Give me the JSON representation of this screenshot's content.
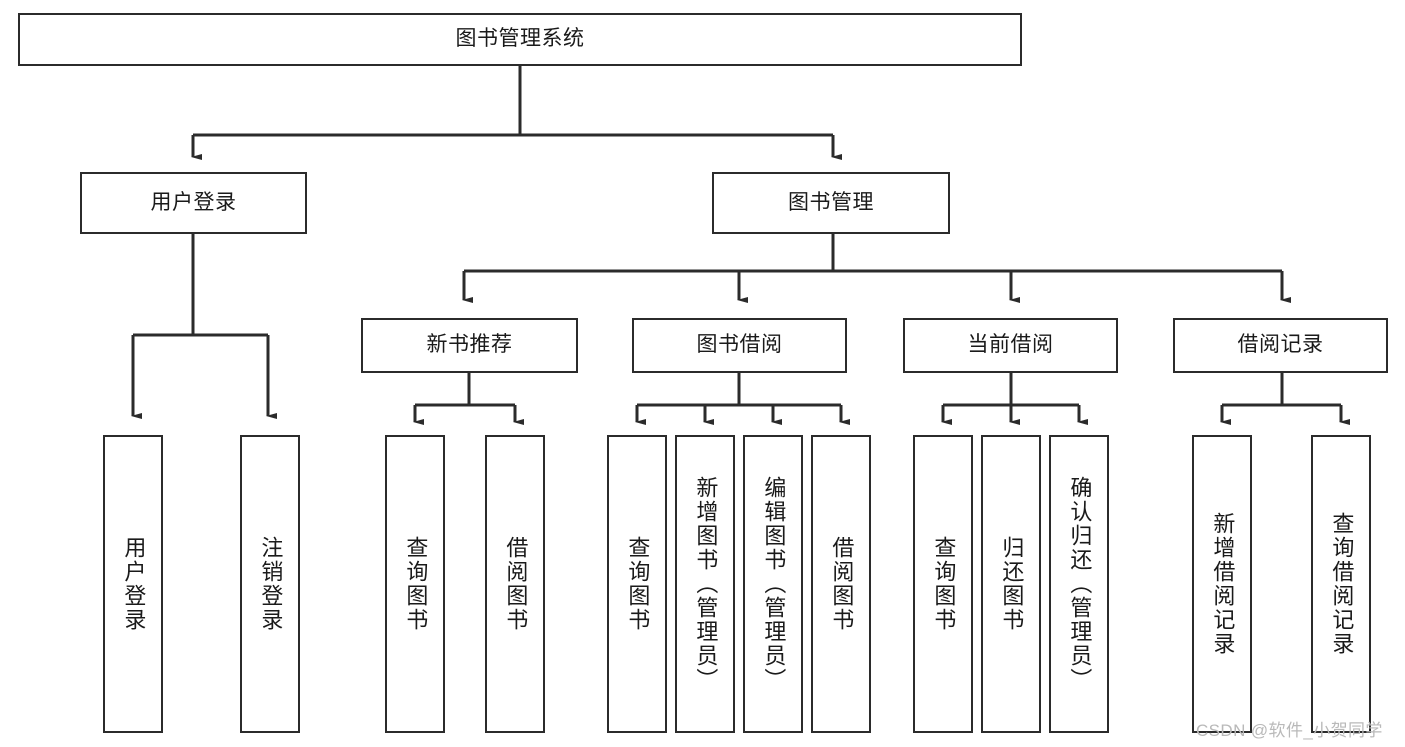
{
  "diagram": {
    "title": "图书管理系统",
    "type": "hierarchy-tree",
    "watermark": "CSDN @软件_小贺同学",
    "colors": {
      "stroke": "#2b2b2b",
      "fill": "#ffffff",
      "text": "#1a1a1a",
      "watermark": "#b9b9b9"
    },
    "nodes": {
      "root": {
        "label": "图书管理系统"
      },
      "level2": [
        {
          "id": "user-login",
          "label": "用户登录"
        },
        {
          "id": "book-manage",
          "label": "图书管理"
        }
      ],
      "level3": [
        {
          "id": "new-book-recommend",
          "label": "新书推荐"
        },
        {
          "id": "book-borrow",
          "label": "图书借阅"
        },
        {
          "id": "current-borrow",
          "label": "当前借阅"
        },
        {
          "id": "borrow-record",
          "label": "借阅记录"
        }
      ],
      "leaves": [
        {
          "id": "leaf-user-login",
          "label": "用户登录",
          "parent": "user-login"
        },
        {
          "id": "leaf-logout",
          "label": "注销登录",
          "parent": "user-login"
        },
        {
          "id": "leaf-query-book-1",
          "label": "查询图书",
          "parent": "new-book-recommend"
        },
        {
          "id": "leaf-borrow-book-1",
          "label": "借阅图书",
          "parent": "new-book-recommend"
        },
        {
          "id": "leaf-query-book-2",
          "label": "查询图书",
          "parent": "book-borrow"
        },
        {
          "id": "leaf-add-book",
          "label": "新增图书（管理员）",
          "parent": "book-borrow"
        },
        {
          "id": "leaf-edit-book",
          "label": "编辑图书（管理员）",
          "parent": "book-borrow"
        },
        {
          "id": "leaf-borrow-book-2",
          "label": "借阅图书",
          "parent": "book-borrow"
        },
        {
          "id": "leaf-query-book-3",
          "label": "查询图书",
          "parent": "current-borrow"
        },
        {
          "id": "leaf-return-book",
          "label": "归还图书",
          "parent": "current-borrow"
        },
        {
          "id": "leaf-confirm-return",
          "label": "确认归还（管理员）",
          "parent": "current-borrow"
        },
        {
          "id": "leaf-add-record",
          "label": "新增借阅记录",
          "parent": "borrow-record"
        },
        {
          "id": "leaf-query-record",
          "label": "查询借阅记录",
          "parent": "borrow-record"
        }
      ]
    }
  }
}
